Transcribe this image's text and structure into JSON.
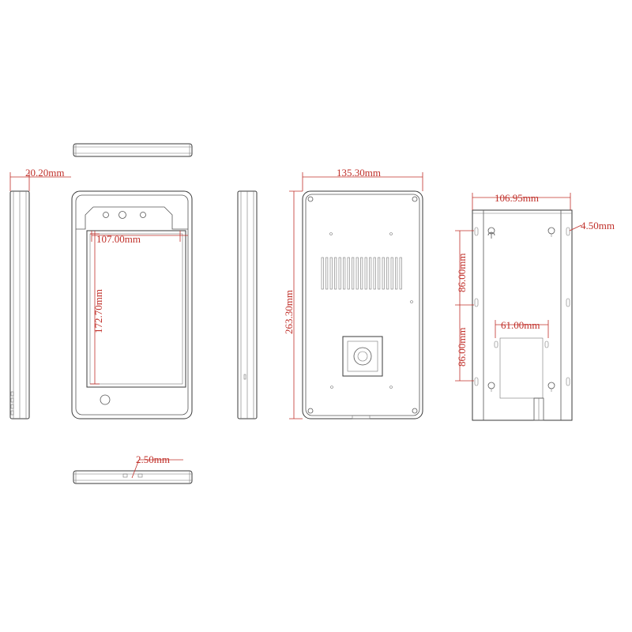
{
  "dimensions": {
    "thickness": "20.20mm",
    "screen_width": "107.00mm",
    "screen_height": "172.70mm",
    "hole_diameter": "2.50mm",
    "back_width": "135.30mm",
    "back_height": "263.30mm",
    "bracket_width": "106.95mm",
    "bracket_hole": "4.50mm",
    "bracket_upper_pitch": "86.00mm",
    "bracket_lower_pitch": "86.00mm",
    "bracket_inner_width": "61.00mm"
  },
  "colors": {
    "line": "#3a3a3a",
    "dimension": "#c0302a"
  }
}
